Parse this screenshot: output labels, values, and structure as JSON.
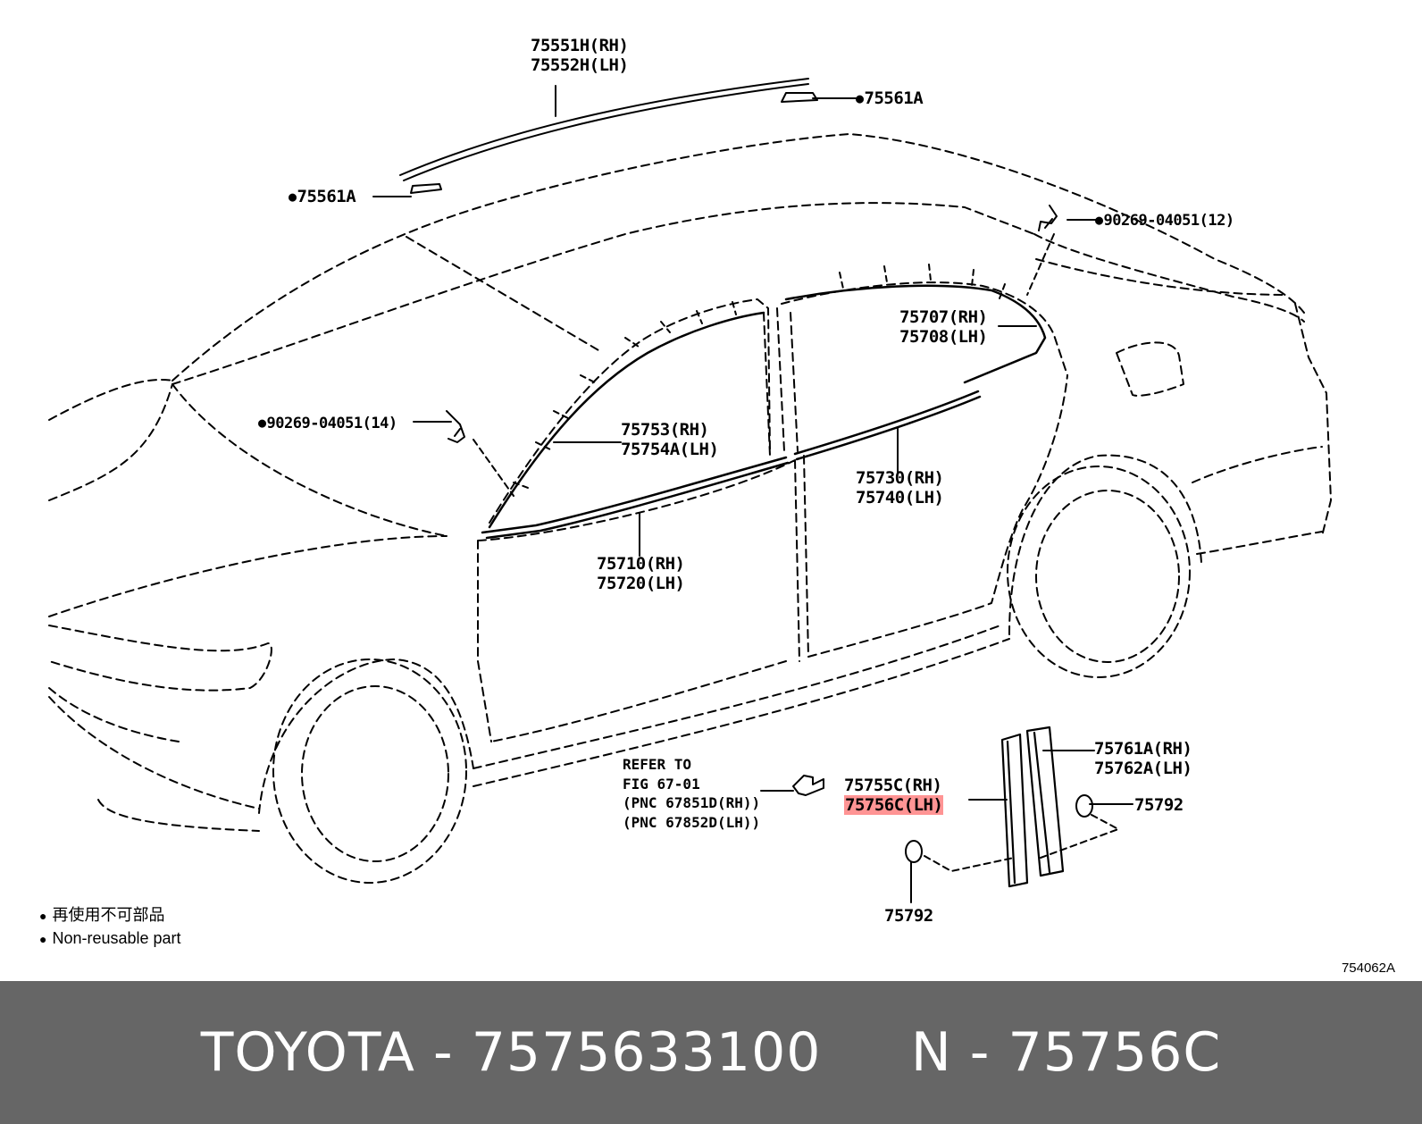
{
  "labels": {
    "roof_mold_rh": "75551H(RH)",
    "roof_mold_lh": "75552H(LH)",
    "clip_rear": "75561A",
    "clip_front": "75561A",
    "clip_rear_pillar": "90269-04051(12)",
    "clip_front_pillar": "90269-04051(14)",
    "rear_door_frame_rh": "75707(RH)",
    "rear_door_frame_lh": "75708(LH)",
    "front_door_frame_rh": "75753(RH)",
    "front_door_frame_lh": "75754A(LH)",
    "rear_belt_rh": "75730(RH)",
    "rear_belt_lh": "75740(LH)",
    "front_belt_rh": "75710(RH)",
    "front_belt_lh": "75720(LH)",
    "b_pillar_garnish_rh": "75761A(RH)",
    "b_pillar_garnish_lh": "75762A(LH)",
    "b_pillar_rear_rh": "75755C(RH)",
    "b_pillar_rear_lh": "75756C(LH)",
    "clip_upper": "75792",
    "clip_lower": "75792"
  },
  "refer": {
    "line1": "REFER TO",
    "line2": "FIG 67-01",
    "line3": "(PNC 67851D(RH))",
    "line4": "(PNC 67852D(LH))"
  },
  "legend": {
    "japanese": "再使用不可部品",
    "english": "Non-reusable part"
  },
  "figure_code": "754062A",
  "footer": {
    "brand": "TOYOTA",
    "part_number": "7575633100",
    "ref_code": "N - 75756C"
  }
}
